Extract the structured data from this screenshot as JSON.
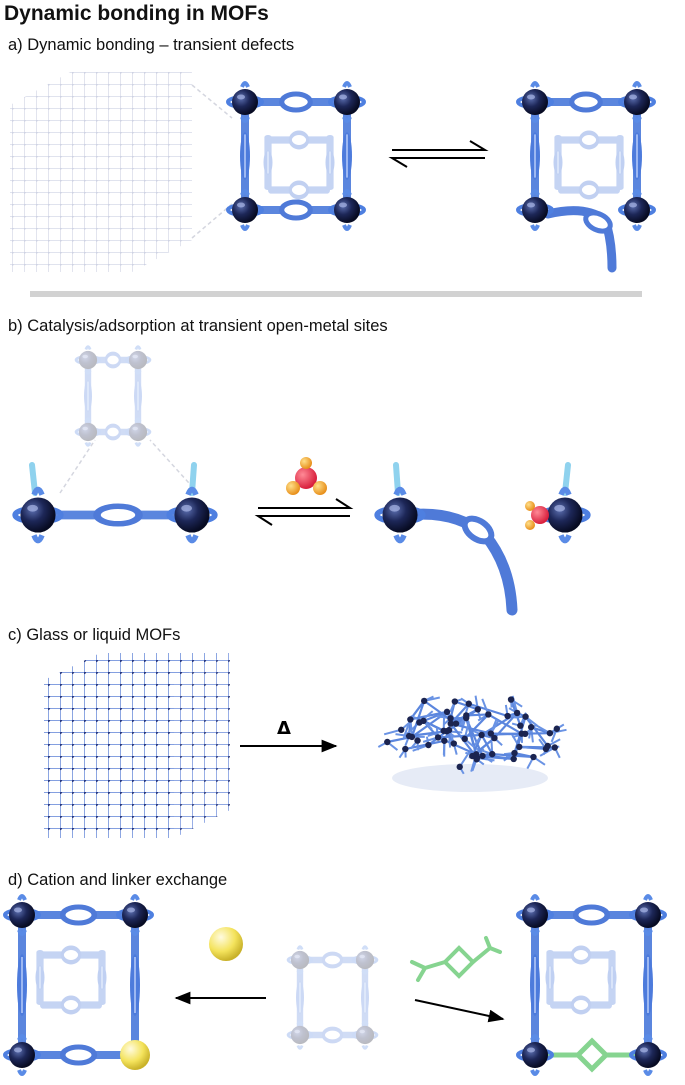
{
  "title": "Dynamic bonding in MOFs",
  "panels": {
    "a": {
      "label": "a) Dynamic bonding – transient defects"
    },
    "b": {
      "label": "b) Catalysis/adsorption at transient open-metal sites"
    },
    "c": {
      "label": "c) Glass or liquid MOFs",
      "arrow_label": "Δ"
    },
    "d": {
      "label": "d) Cation and linker exchange"
    }
  },
  "colors": {
    "linker_blue": "#5b86de",
    "node_navy": "#1b2450",
    "ghost_gray": "#c8c8cc",
    "molecule_red": "#e8324a",
    "molecule_orange": "#f2a330",
    "cation_yellow": "#f3e15a",
    "linker_green": "#8fd89a",
    "divider_gray": "#d2d2d2"
  }
}
